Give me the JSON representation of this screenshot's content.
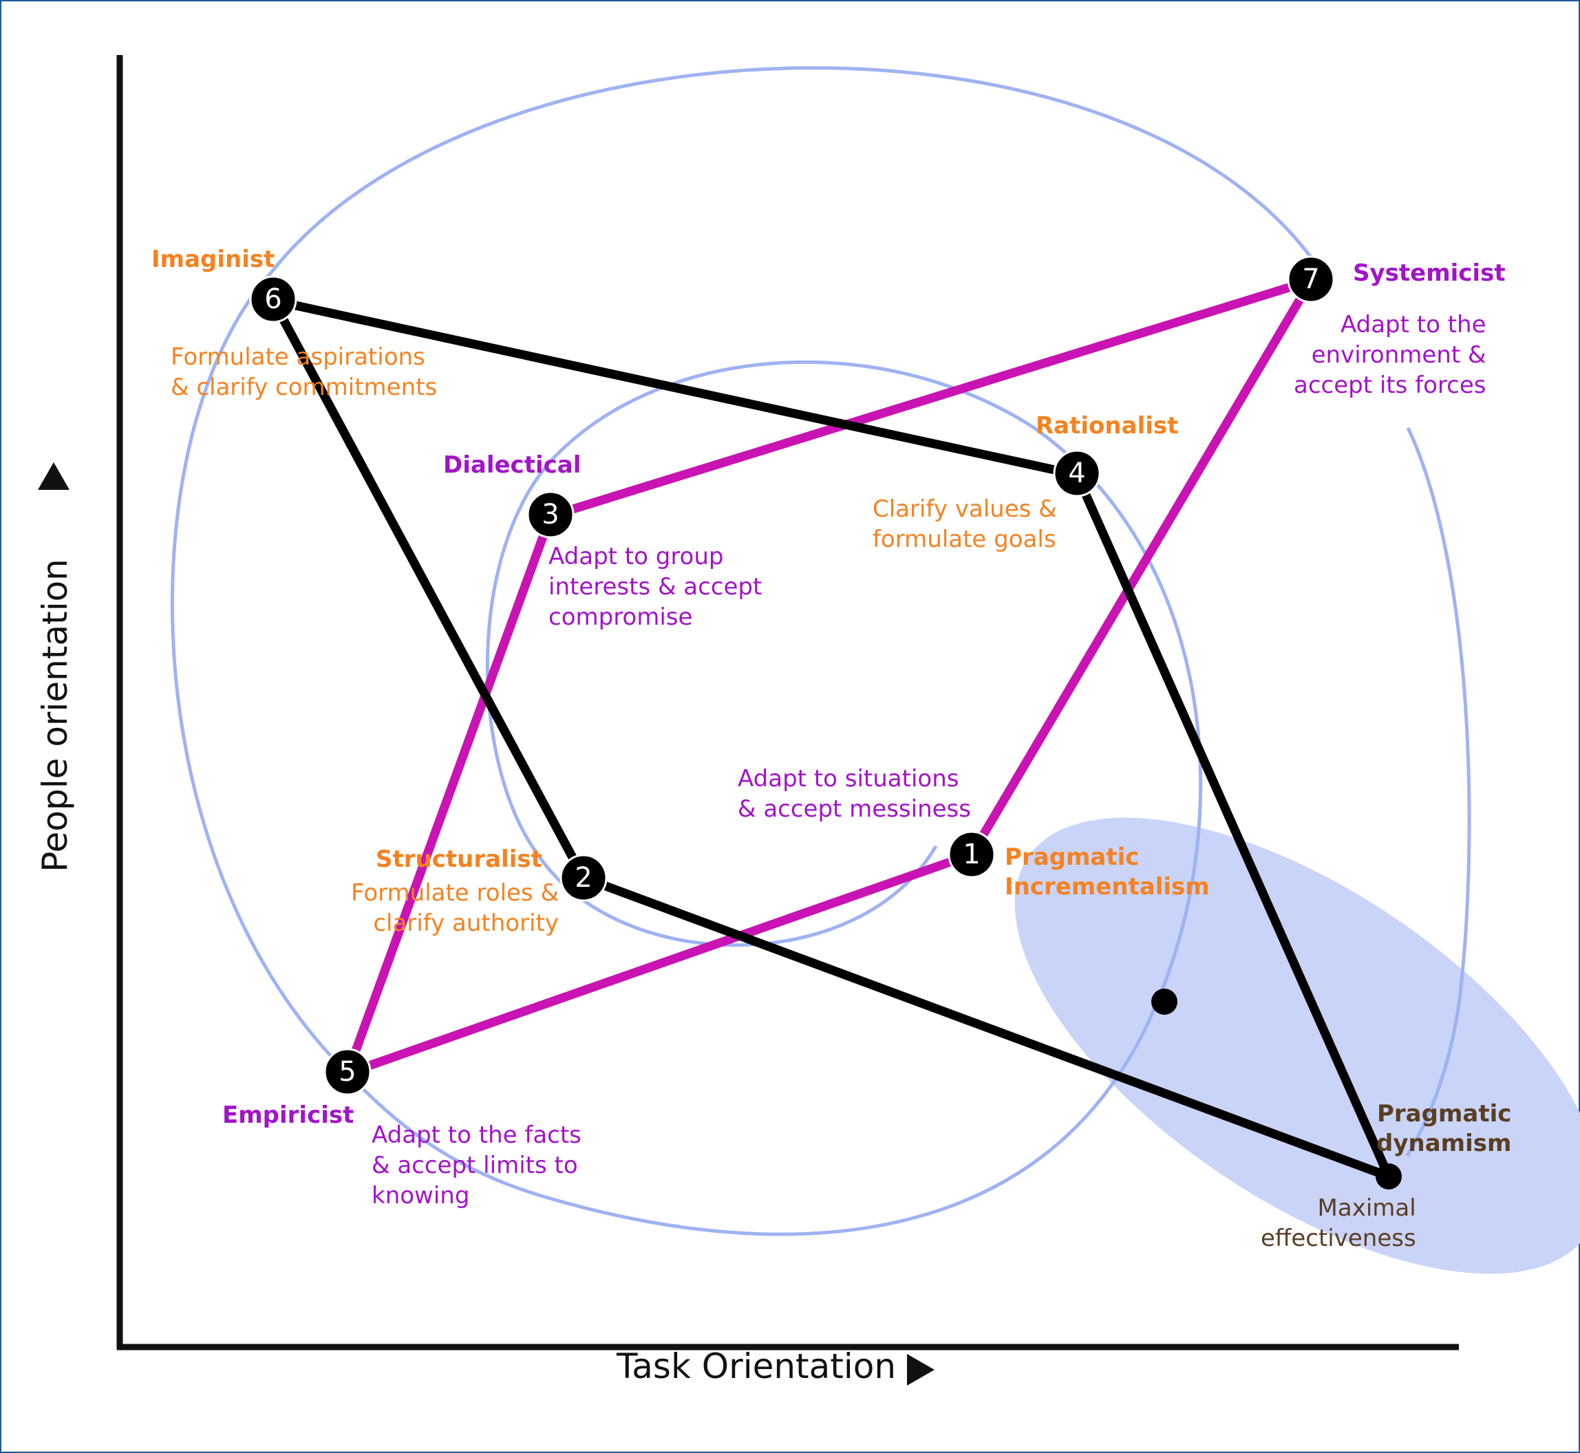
{
  "axes": {
    "x_title": "Task Orientation",
    "y_title": "People orientation"
  },
  "nodes": [
    {
      "number": "1",
      "name": "Pragmatic\nIncrementalism",
      "description": "Adapt to situations\n& accept messiness"
    },
    {
      "number": "2",
      "name": "Structuralist",
      "description": "Formulate roles &\nclarify authority"
    },
    {
      "number": "3",
      "name": "Dialectical",
      "description": "Adapt to group\ninterests & accept\ncompromise"
    },
    {
      "number": "4",
      "name": "Rationalist",
      "description": "Clarify values &\nformulate goals"
    },
    {
      "number": "5",
      "name": "Empiricist",
      "description": "Adapt to the facts\n& accept limits to\nknowing"
    },
    {
      "number": "6",
      "name": "Imaginist",
      "description": "Formulate aspirations\n& clarify commitments"
    },
    {
      "number": "7",
      "name": "Systemicist",
      "description": "Adapt to the\nenvironment &\naccept its forces"
    }
  ],
  "endpoint": {
    "name": "Pragmatic\ndynamism",
    "description": "Maximal\neffectiveness"
  },
  "colors": {
    "axis": "#111111",
    "black_path": "#000000",
    "magenta_path": "#c913b3",
    "spiral": "#9fb2f2",
    "ellipse_fill": "#c9d4f8",
    "label_orange": "#f58220",
    "label_purple": "#a313c9",
    "label_brown": "#5a3e22",
    "frame": "#1f5a96"
  }
}
